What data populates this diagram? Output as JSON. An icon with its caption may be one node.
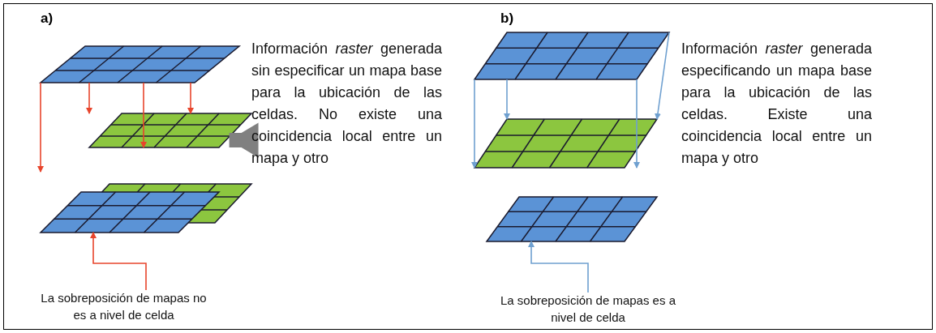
{
  "diagram": {
    "nodes": [
      {
        "text": [],
        "shape": "picture"
      },
      {
        "text": [],
        "shape": "picture"
      },
      {
        "text": [],
        "shape": "picture"
      },
      {
        "text": [
          "La sobreposición de mapas no es a nivel de celda"
        ]
      },
      {
        "text": [
          "Información *raster* generada sin especificar un mapa base para la ubicación de las celdas. No existe una coincidencia local entre un mapa y otro"
        ]
      },
      {
        "text": [],
        "shape": "picture"
      },
      {
        "text": [],
        "shape": "picture"
      },
      {
        "text": [],
        "shape": "picture"
      },
      {
        "text": [
          "La sobreposición de mapas es a nivel de celda"
        ]
      },
      {
        "text": [
          "Información *raster* generada especificando un mapa base para la ubicación de las celdas. Existe una coincidencia local entre un mapa y otro"
        ]
      }
    ],
    "edges": [
      {
        "from": 0,
        "to": null,
        "arrow": "to",
        "color": "#e8452c"
      },
      {
        "from": 0,
        "to": 1,
        "arrow": "to",
        "color": "#e8452c"
      },
      {
        "from": 0,
        "to": 1,
        "arrow": "to",
        "color": "#e8452c"
      },
      {
        "from": 0,
        "to": 1,
        "arrow": "to",
        "color": "#e8452c"
      },
      {
        "from": 3,
        "to": 2,
        "arrow": "to",
        "color": "#e8452c"
      },
      {
        "from": 4,
        "to": 1,
        "arrow": "to",
        "style": "thick",
        "color": "#808080"
      },
      {
        "from": 5,
        "to": 6,
        "arrow": "to",
        "color": "#6fa0d0"
      },
      {
        "from": 5,
        "to": 6,
        "arrow": "to",
        "color": "#6fa0d0"
      },
      {
        "from": 5,
        "to": 6,
        "arrow": "to",
        "color": "#6fa0d0"
      },
      {
        "from": 5,
        "to": 6,
        "arrow": "to",
        "color": "#6fa0d0"
      },
      {
        "from": 8,
        "to": 7,
        "arrow": "to",
        "color": "#6fa0d0"
      }
    ],
    "labels": [
      "a)",
      "b)"
    ]
  }
}
